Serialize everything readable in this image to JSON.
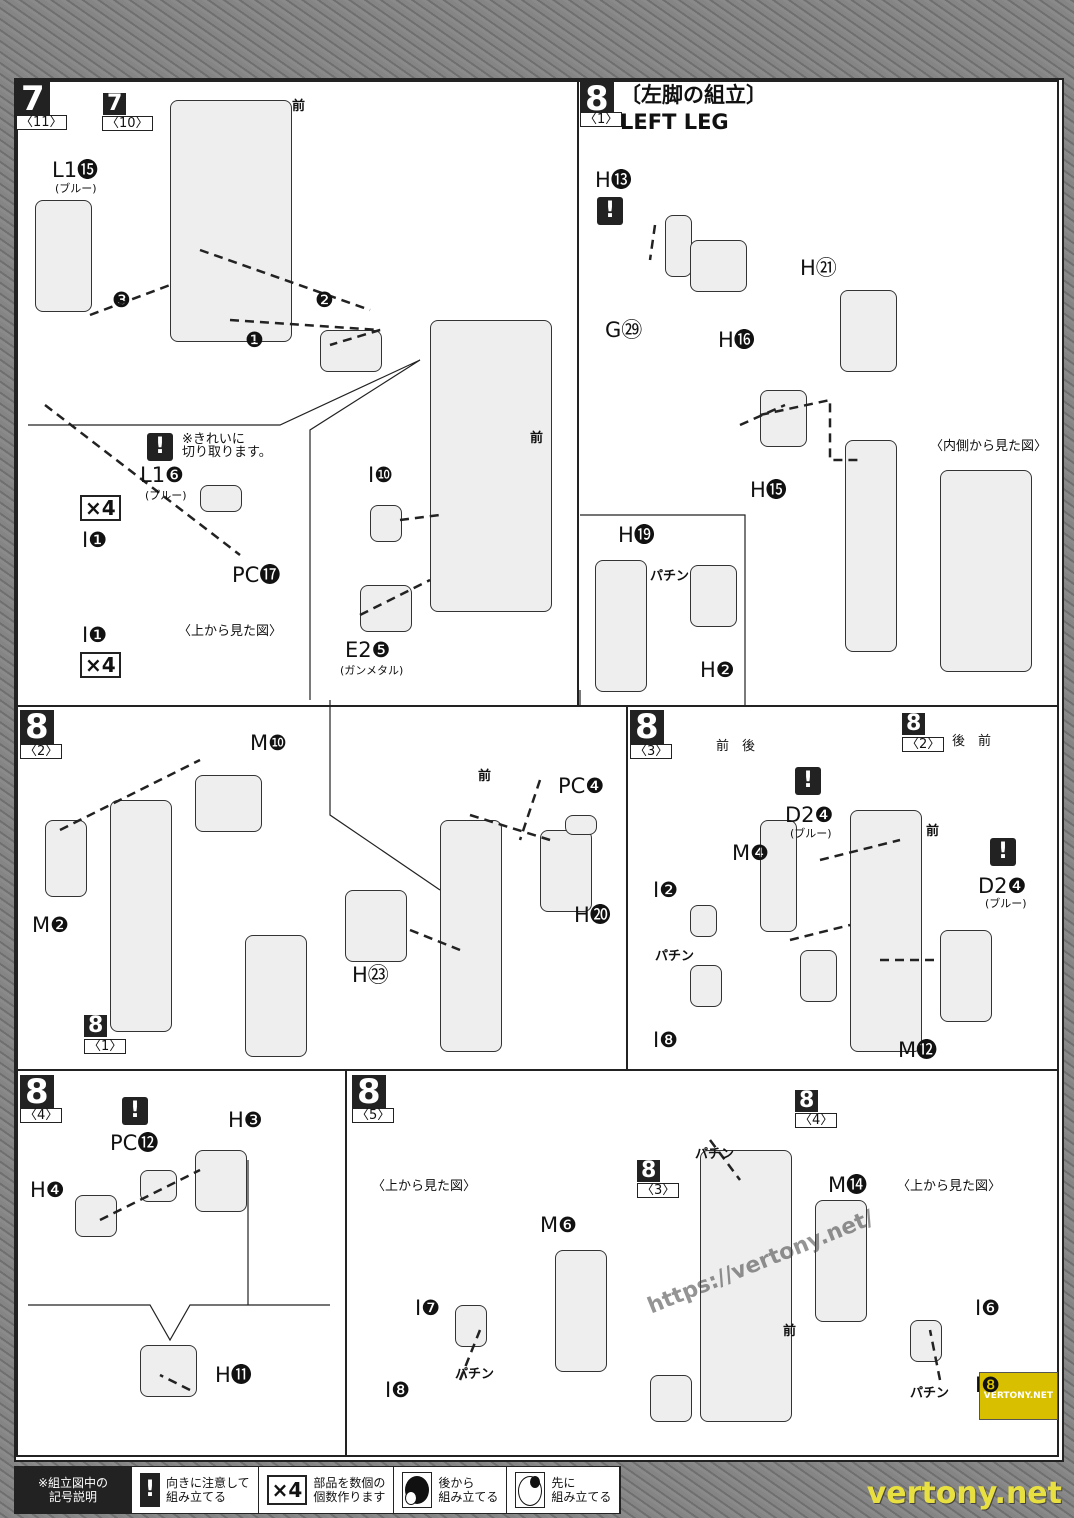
{
  "p7": {
    "step": "7",
    "sub": "〈11〉",
    "ref_step": "7",
    "ref_sub": "〈10〉",
    "front": "前",
    "l1_15": "L1⓯",
    "blue1": "(ブルー)",
    "n3": "❸",
    "n2": "❷",
    "n1": "❶",
    "warn": "!",
    "cut_note": "※きれいに\n切り取ります。",
    "l1_6": "L1❻",
    "blue2": "(ブルー)",
    "x4a": "×4",
    "i1a": "I❶",
    "i1b": "I❶",
    "x4b": "×4",
    "pc17": "PC⓱",
    "top_view": "〈上から見た図〉",
    "i10": "I❿",
    "front2": "前",
    "e2_5": "E2❺",
    "gunmetal": "(ガンメタル)"
  },
  "p8_1": {
    "step": "8",
    "title": "〔左脚の組立〕",
    "sub": "〈1〉",
    "title_en": "LEFT LEG",
    "h13": "H⓭",
    "warn": "!",
    "g29": "G㉙",
    "h16": "H⓰",
    "h21": "H㉑",
    "h15": "H⓯",
    "inner_view": "〈内側から見た図〉",
    "h19": "H⓳",
    "snap": "パチン",
    "h2": "H❷"
  },
  "p8_2": {
    "step": "8",
    "sub": "〈2〉",
    "m10": "M❿",
    "m2": "M❷",
    "ref_step": "8",
    "ref_sub": "〈1〉",
    "front": "前",
    "pc4": "PC❹",
    "h20": "H⓴",
    "h23": "H㉓"
  },
  "p8_3": {
    "step": "8",
    "sub": "〈3〉",
    "front_back": "前　後",
    "ref_step": "8",
    "ref_sub": "〈2〉",
    "back_front": "後　前",
    "warn1": "!",
    "d2_4a": "D2❹",
    "blue1": "(ブルー)",
    "front": "前",
    "warn2": "!",
    "d2_4b": "D2❹",
    "blue2": "(ブルー)",
    "m4": "M❹",
    "i2": "I❷",
    "snap": "パチン",
    "i8": "I❽",
    "m12": "M⓬"
  },
  "p8_4": {
    "step": "8",
    "sub": "〈4〉",
    "warn": "!",
    "pc12": "PC⓬",
    "h3": "H❸",
    "h4": "H❹",
    "h11": "H⓫"
  },
  "p8_5": {
    "step": "8",
    "sub": "〈5〉",
    "ref4_step": "8",
    "ref4_sub": "〈4〉",
    "snap1": "パチン",
    "ref3_step": "8",
    "ref3_sub": "〈3〉",
    "m6": "M❻",
    "m14": "M⓮",
    "top_view1": "〈上から見た図〉",
    "top_view2": "〈上から見た図〉",
    "i7": "I❼",
    "i8a": "I❽",
    "snap2": "パチン",
    "front": "前",
    "i6": "I❻",
    "i8b": "I❽",
    "snap3": "パチン"
  },
  "legend": {
    "title": "※組立図中の\n記号説明",
    "warn_icon": "!",
    "warn_text": "向きに注意して\n組み立てる",
    "x4_icon": "×4",
    "x4_text": "部品を数個の\n個数作ります",
    "later_text": "後から\n組み立てる",
    "first_text": "先に\n組み立てる"
  },
  "watermark": {
    "site": "vertony.net",
    "badge": "VERTONY.NET",
    "diag": "https://vertony.net/"
  }
}
